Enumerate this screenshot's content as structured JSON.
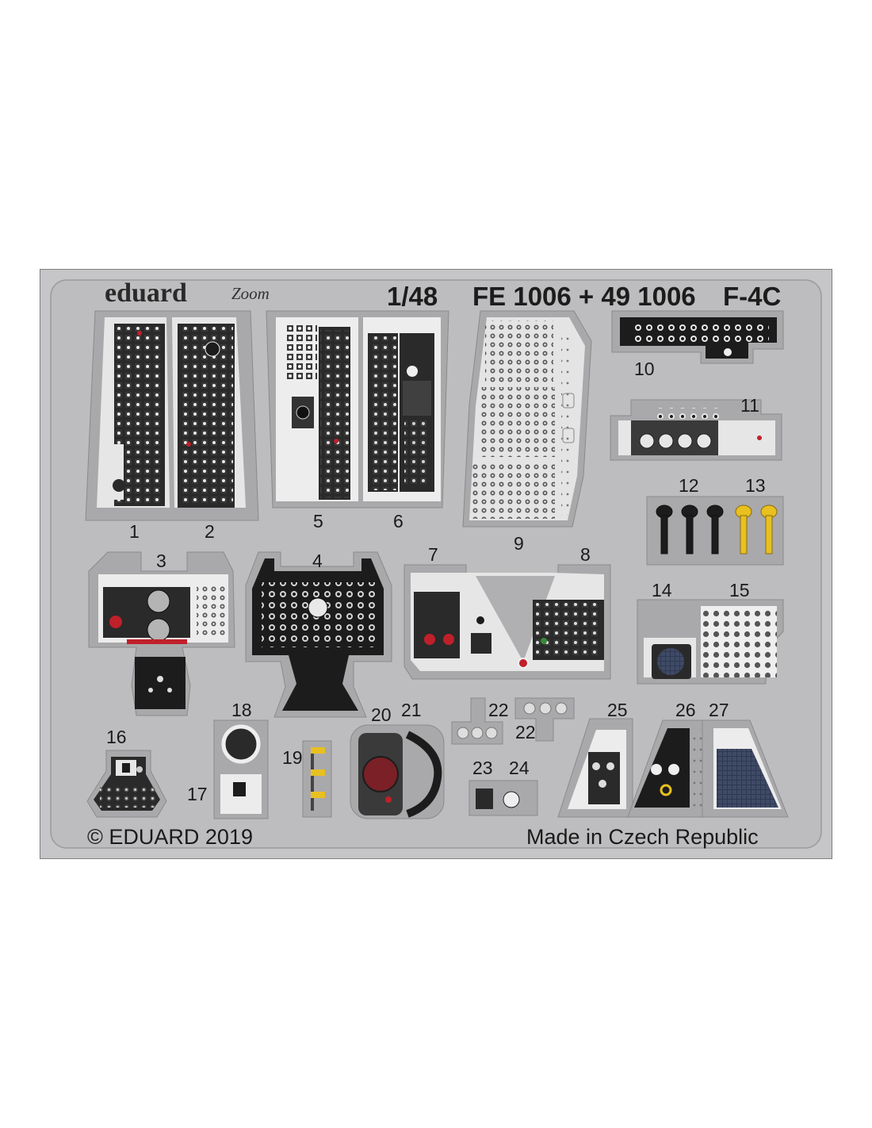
{
  "header": {
    "brand": "eduard",
    "brand_sub": "Zoom",
    "scale": "1/48",
    "codes": "FE 1006 + 49 1006",
    "model": "F-4C"
  },
  "footer": {
    "copyright": "© EDUARD 2019",
    "origin": "Made in Czech Republic"
  },
  "part_numbers": [
    "1",
    "2",
    "3",
    "4",
    "5",
    "6",
    "7",
    "8",
    "9",
    "10",
    "11",
    "12",
    "13",
    "14",
    "15",
    "16",
    "17",
    "18",
    "19",
    "20",
    "21",
    "22",
    "22",
    "23",
    "24",
    "25",
    "26",
    "27"
  ],
  "colors": {
    "fret": "#c3c3c5",
    "fret_edge": "#8d8d8f",
    "panel_dark": "#1c1c1c",
    "panel_grey": "#4a4a4c",
    "panel_light": "#ebebeb",
    "accent_red": "#c0202a",
    "accent_yellow": "#e8c020"
  }
}
